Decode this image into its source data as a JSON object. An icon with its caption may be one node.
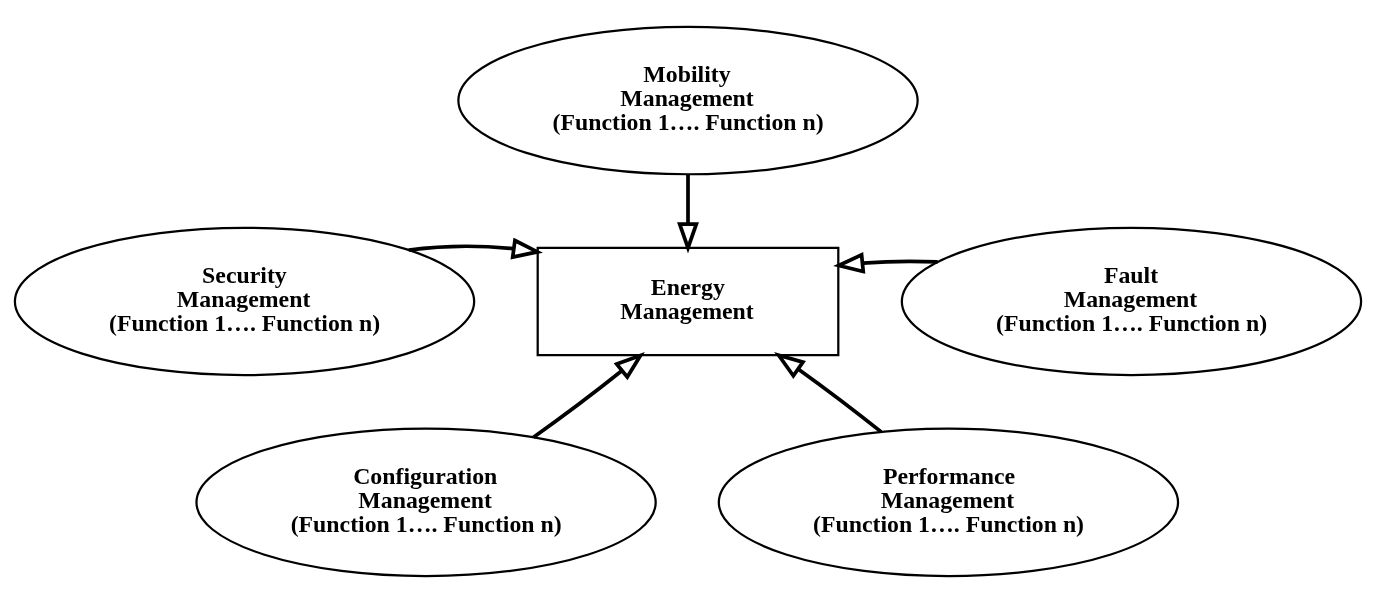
{
  "diagram": {
    "nodes": [
      {
        "text": [
          "Mobility Management",
          "(Function 1…. Function n)"
        ]
      },
      {
        "text": [
          "Security Management",
          "(Function 1…. Function n)"
        ]
      },
      {
        "text": [
          "Energy Management"
        ]
      },
      {
        "text": [
          "Fault Management",
          "(Function 1…. Function n)"
        ]
      },
      {
        "text": [
          "Configuration Management",
          "(Function 1…. Function n)"
        ]
      },
      {
        "text": [
          "Performance Management",
          "(Function 1…. Function n)"
        ]
      }
    ],
    "edges": [
      {
        "from": 0,
        "to": 2,
        "arrow": "to"
      },
      {
        "from": 1,
        "to": 2,
        "arrow": "to"
      },
      {
        "from": 3,
        "to": 2,
        "arrow": "to"
      },
      {
        "from": 4,
        "to": 2,
        "arrow": "to"
      },
      {
        "from": 5,
        "to": 2,
        "arrow": "to"
      }
    ]
  }
}
